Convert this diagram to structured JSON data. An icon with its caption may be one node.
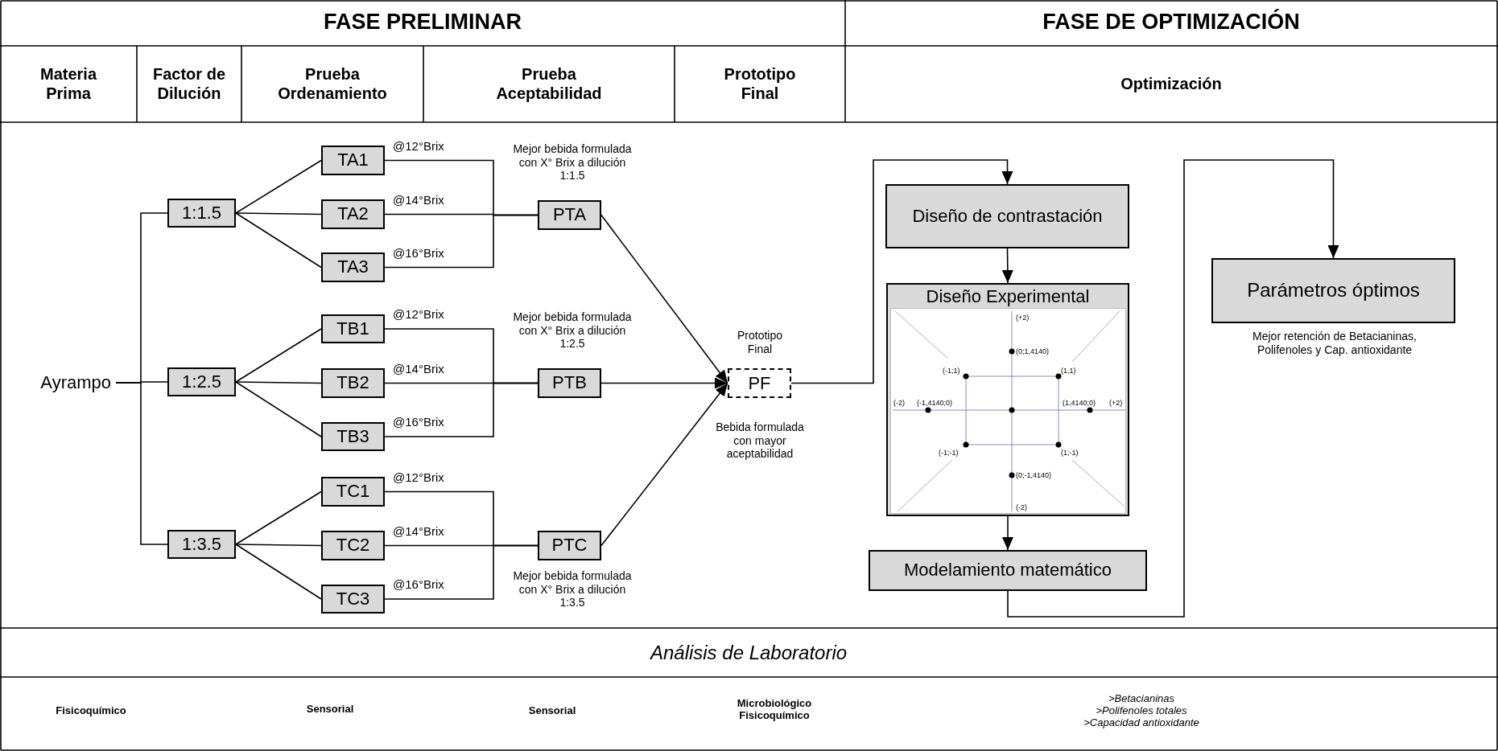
{
  "diagram": {
    "nodes": [
      {
        "text": [
          "Ayrampo"
        ]
      },
      {
        "text": [
          "1:1.5"
        ]
      },
      {
        "text": [
          "1:2.5"
        ]
      },
      {
        "text": [
          "1:3.5"
        ]
      },
      {
        "text": [
          "TA1"
        ]
      },
      {
        "text": [
          "TA2"
        ]
      },
      {
        "text": [
          "TA3"
        ]
      },
      {
        "text": [
          "TB1"
        ]
      },
      {
        "text": [
          "TB2"
        ]
      },
      {
        "text": [
          "TB3"
        ]
      },
      {
        "text": [
          "TC1"
        ]
      },
      {
        "text": [
          "TC2"
        ]
      },
      {
        "text": [
          "TC3"
        ]
      },
      {
        "text": [
          "PTA"
        ],
        "beside": [
          "Mejor bebida formulada con  X° Brix a dilución 1:1.5"
        ]
      },
      {
        "text": [
          "PTB"
        ],
        "beside": [
          "Mejor bebida formulada con  X° Brix a dilución 1:2.5"
        ]
      },
      {
        "text": [
          "PTC"
        ],
        "beside": [
          "Mejor bebida formulada con  X° Brix a dilución 1:3.5"
        ]
      },
      {
        "text": [
          "Prototipo Final",
          "PF"
        ],
        "beside": [
          "Bebida formulada con mayor aceptabilidad"
        ]
      },
      {
        "text": [
          "Diseño de contrastación"
        ]
      },
      {
        "text": [
          "Diseño Experimental"
        ]
      },
      {
        "text": [
          "Modelamiento matemático"
        ]
      },
      {
        "text": [
          "Parámetros óptimos"
        ],
        "beside": [
          "Mejor retención de Betacianinas, Polifenoles y Cap. antioxidante"
        ]
      }
    ],
    "edges": [
      {
        "from": 0,
        "to": 1,
        "arrow": "none"
      },
      {
        "from": 0,
        "to": 2,
        "arrow": "none"
      },
      {
        "from": 0,
        "to": 3,
        "arrow": "none"
      },
      {
        "from": 1,
        "to": 4,
        "arrow": "none"
      },
      {
        "from": 1,
        "to": 5,
        "arrow": "none"
      },
      {
        "from": 1,
        "to": 6,
        "arrow": "none"
      },
      {
        "from": 2,
        "to": 7,
        "arrow": "none"
      },
      {
        "from": 2,
        "to": 8,
        "arrow": "none"
      },
      {
        "from": 2,
        "to": 9,
        "arrow": "none"
      },
      {
        "from": 3,
        "to": 10,
        "arrow": "none"
      },
      {
        "from": 3,
        "to": 11,
        "arrow": "none"
      },
      {
        "from": 3,
        "to": 12,
        "arrow": "none"
      },
      {
        "from": 4,
        "to": 13,
        "arrow": "none",
        "label": "@12°Brix"
      },
      {
        "from": 5,
        "to": 13,
        "arrow": "none",
        "label": "@14°Brix"
      },
      {
        "from": 6,
        "to": 13,
        "arrow": "none",
        "label": "@16°Brix"
      },
      {
        "from": 7,
        "to": 14,
        "arrow": "none",
        "label": "@12°Brix"
      },
      {
        "from": 8,
        "to": 14,
        "arrow": "none",
        "label": "@14°Brix"
      },
      {
        "from": 9,
        "to": 14,
        "arrow": "none",
        "label": "@16°Brix"
      },
      {
        "from": 10,
        "to": 15,
        "arrow": "none",
        "label": "@12°Brix"
      },
      {
        "from": 11,
        "to": 15,
        "arrow": "none",
        "label": "@14°Brix"
      },
      {
        "from": 12,
        "to": 15,
        "arrow": "none",
        "label": "@16°Brix"
      },
      {
        "from": 13,
        "to": 16,
        "arrow": "to"
      },
      {
        "from": 14,
        "to": 16,
        "arrow": "to"
      },
      {
        "from": 15,
        "to": 16,
        "arrow": "to"
      },
      {
        "from": 16,
        "to": 17,
        "arrow": "to"
      },
      {
        "from": 17,
        "to": 18,
        "arrow": "to"
      },
      {
        "from": 18,
        "to": 19,
        "arrow": "to"
      },
      {
        "from": 19,
        "to": 20,
        "arrow": "to"
      }
    ],
    "labels": [
      "FASE PRELIMINAR",
      "FASE DE OPTIMIZACIÓN",
      "Materia Prima",
      "Factor de Dilución",
      "Prueba Ordenamiento",
      "Prueba Aceptabilidad",
      "Prototipo Final",
      "Optimización",
      "(+2)",
      "(0;1,4140)",
      "(-1;1)",
      "(1,1)",
      "(-2)",
      "(-1,4140;0)",
      "(1,4140;0)",
      "(+2)",
      "(-1;-1)",
      "(1;-1)",
      "(0;-1,4140)",
      "(-2)",
      "Análisis de Laboratorio",
      "Fisicoquímico",
      "Sensorial",
      "Sensorial",
      "Microbiológico Fisicoquímico",
      ">Betacianinas",
      ">Polifenoles totales",
      ">Capacidad antioxidante"
    ]
  }
}
